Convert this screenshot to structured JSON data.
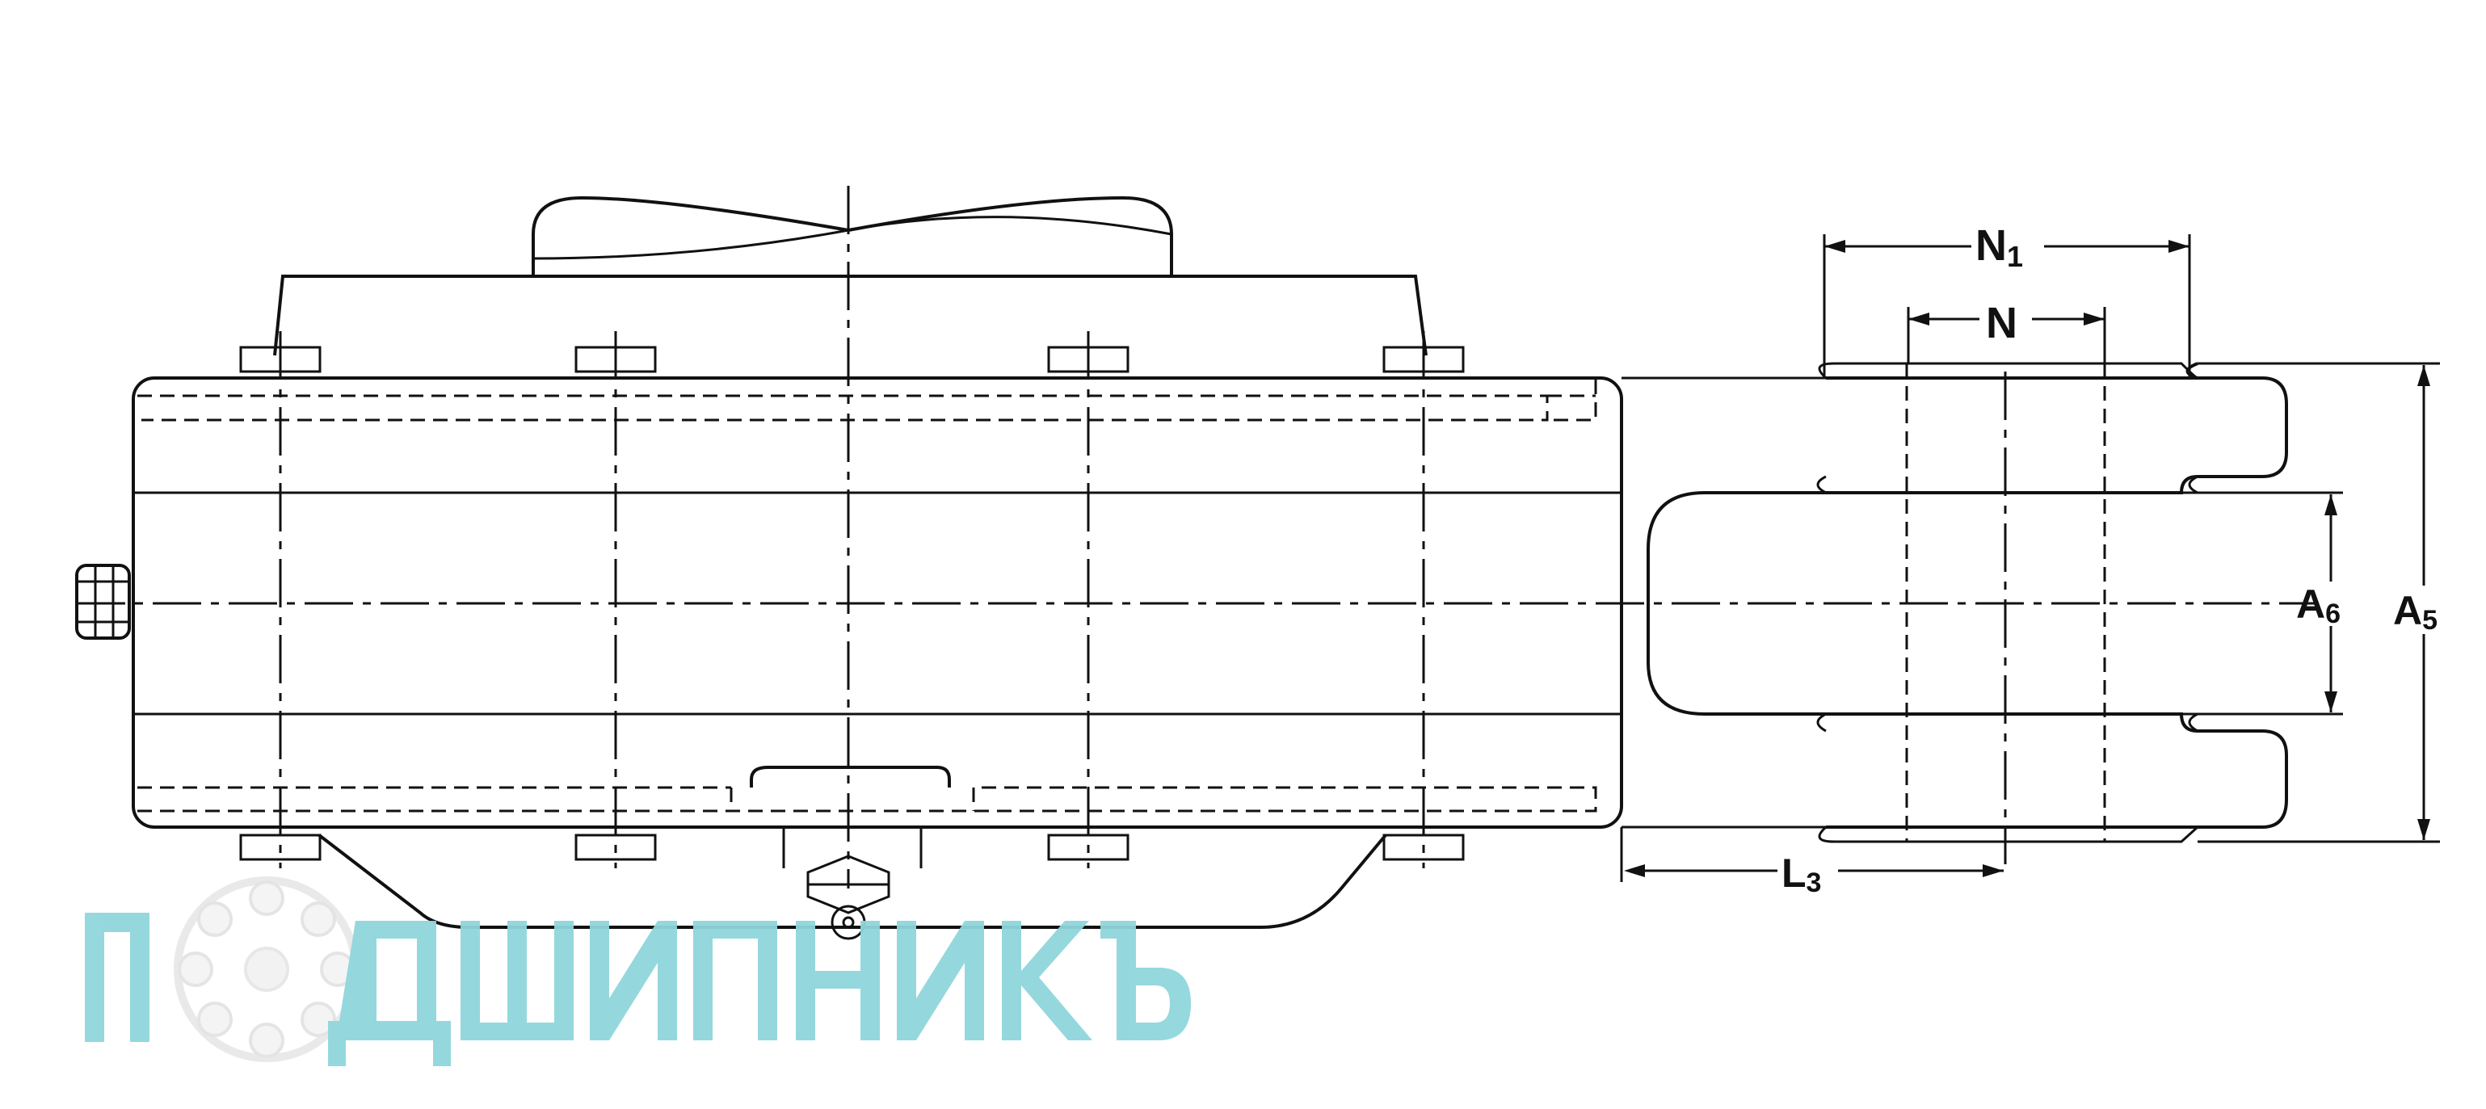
{
  "labels": {
    "n1": {
      "main": "N",
      "sub": "1"
    },
    "n": {
      "main": "N",
      "sub": ""
    },
    "a6": {
      "main": "A",
      "sub": "6"
    },
    "a5": {
      "main": "A",
      "sub": "5"
    },
    "l3": {
      "main": "L",
      "sub": "3"
    }
  },
  "watermark": {
    "text": "ПОДШИПНИКЪ",
    "color": "#8fd6dc"
  },
  "colors": {
    "line": "#111111",
    "background": "#ffffff"
  }
}
